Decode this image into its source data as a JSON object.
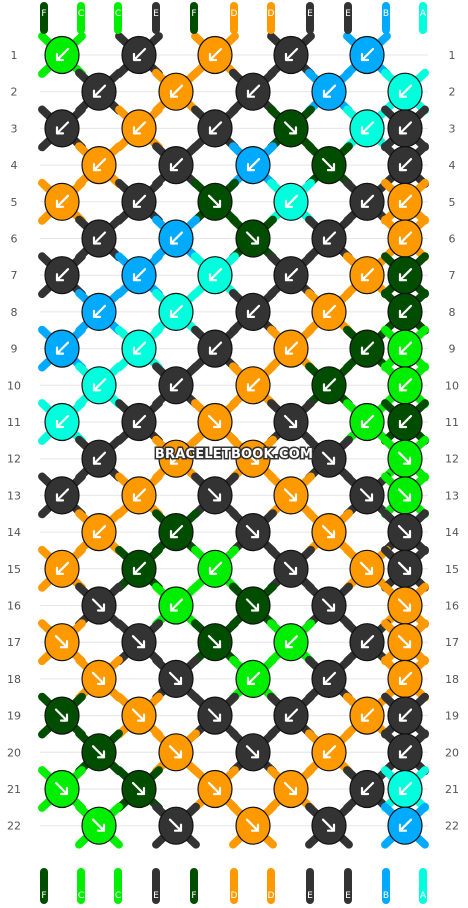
{
  "watermark": "BRACELETBOOK.COM",
  "colors": {
    "F": "#004d00",
    "C": "#00ee00",
    "E": "#333333",
    "D": "#ff9900",
    "B": "#00aaff",
    "A": "#00ffdd"
  },
  "strings_top": [
    "F",
    "C",
    "C",
    "E",
    "F",
    "D",
    "D",
    "E",
    "E",
    "B",
    "A"
  ],
  "strings_bottom": [
    "F",
    "C",
    "C",
    "E",
    "F",
    "D",
    "D",
    "E",
    "E",
    "B",
    "A"
  ],
  "rows": [
    {
      "num": "1",
      "knots": [
        [
          "C",
          "L"
        ],
        [
          "E",
          "L"
        ],
        [
          "D",
          "L"
        ],
        [
          "E",
          "L"
        ],
        [
          "B",
          "L"
        ]
      ]
    },
    {
      "num": "2",
      "knots": [
        [
          "E",
          "L"
        ],
        [
          "D",
          "L"
        ],
        [
          "E",
          "L"
        ],
        [
          "B",
          "L"
        ],
        [
          "A",
          "L"
        ]
      ]
    },
    {
      "num": "3",
      "knots": [
        [
          "E",
          "L"
        ],
        [
          "D",
          "L"
        ],
        [
          "E",
          "L"
        ],
        [
          "F",
          "R"
        ],
        [
          "A",
          "L"
        ],
        [
          "E",
          "L"
        ]
      ]
    },
    {
      "num": "4",
      "knots": [
        [
          "D",
          "L"
        ],
        [
          "E",
          "L"
        ],
        [
          "B",
          "L"
        ],
        [
          "F",
          "R"
        ],
        [
          "E",
          "L"
        ]
      ]
    },
    {
      "num": "5",
      "knots": [
        [
          "D",
          "L"
        ],
        [
          "E",
          "L"
        ],
        [
          "F",
          "R"
        ],
        [
          "A",
          "L"
        ],
        [
          "E",
          "L"
        ],
        [
          "D",
          "L"
        ]
      ]
    },
    {
      "num": "6",
      "knots": [
        [
          "E",
          "L"
        ],
        [
          "B",
          "L"
        ],
        [
          "F",
          "R"
        ],
        [
          "E",
          "L"
        ],
        [
          "D",
          "L"
        ]
      ]
    },
    {
      "num": "7",
      "knots": [
        [
          "E",
          "L"
        ],
        [
          "B",
          "L"
        ],
        [
          "A",
          "L"
        ],
        [
          "E",
          "L"
        ],
        [
          "D",
          "L"
        ],
        [
          "F",
          "L"
        ]
      ]
    },
    {
      "num": "8",
      "knots": [
        [
          "B",
          "L"
        ],
        [
          "A",
          "L"
        ],
        [
          "E",
          "L"
        ],
        [
          "D",
          "L"
        ],
        [
          "F",
          "L"
        ]
      ]
    },
    {
      "num": "9",
      "knots": [
        [
          "B",
          "L"
        ],
        [
          "A",
          "L"
        ],
        [
          "E",
          "L"
        ],
        [
          "D",
          "L"
        ],
        [
          "F",
          "L"
        ],
        [
          "C",
          "L"
        ]
      ]
    },
    {
      "num": "10",
      "knots": [
        [
          "A",
          "L"
        ],
        [
          "E",
          "L"
        ],
        [
          "D",
          "L"
        ],
        [
          "F",
          "L"
        ],
        [
          "C",
          "L"
        ]
      ]
    },
    {
      "num": "11",
      "knots": [
        [
          "A",
          "L"
        ],
        [
          "E",
          "L"
        ],
        [
          "D",
          "R"
        ],
        [
          "E",
          "R"
        ],
        [
          "C",
          "L"
        ],
        [
          "F",
          "L"
        ]
      ]
    },
    {
      "num": "12",
      "knots": [
        [
          "E",
          "L"
        ],
        [
          "D",
          "L"
        ],
        [
          "D",
          "R"
        ],
        [
          "E",
          "R"
        ],
        [
          "C",
          "R"
        ]
      ]
    },
    {
      "num": "13",
      "knots": [
        [
          "E",
          "L"
        ],
        [
          "D",
          "L"
        ],
        [
          "E",
          "R"
        ],
        [
          "D",
          "R"
        ],
        [
          "E",
          "R"
        ],
        [
          "C",
          "R"
        ]
      ]
    },
    {
      "num": "14",
      "knots": [
        [
          "D",
          "L"
        ],
        [
          "F",
          "L"
        ],
        [
          "E",
          "R"
        ],
        [
          "D",
          "R"
        ],
        [
          "E",
          "R"
        ]
      ]
    },
    {
      "num": "15",
      "knots": [
        [
          "D",
          "L"
        ],
        [
          "F",
          "L"
        ],
        [
          "C",
          "L"
        ],
        [
          "E",
          "R"
        ],
        [
          "D",
          "R"
        ],
        [
          "E",
          "R"
        ]
      ]
    },
    {
      "num": "16",
      "knots": [
        [
          "E",
          "R"
        ],
        [
          "C",
          "L"
        ],
        [
          "F",
          "R"
        ],
        [
          "E",
          "R"
        ],
        [
          "D",
          "R"
        ]
      ]
    },
    {
      "num": "17",
      "knots": [
        [
          "D",
          "R"
        ],
        [
          "E",
          "R"
        ],
        [
          "F",
          "R"
        ],
        [
          "C",
          "L"
        ],
        [
          "E",
          "L"
        ],
        [
          "D",
          "R"
        ]
      ]
    },
    {
      "num": "18",
      "knots": [
        [
          "D",
          "R"
        ],
        [
          "E",
          "R"
        ],
        [
          "C",
          "L"
        ],
        [
          "E",
          "L"
        ],
        [
          "D",
          "L"
        ]
      ]
    },
    {
      "num": "19",
      "knots": [
        [
          "F",
          "R"
        ],
        [
          "D",
          "R"
        ],
        [
          "E",
          "R"
        ],
        [
          "E",
          "L"
        ],
        [
          "D",
          "L"
        ],
        [
          "E",
          "L"
        ]
      ]
    },
    {
      "num": "20",
      "knots": [
        [
          "F",
          "R"
        ],
        [
          "D",
          "R"
        ],
        [
          "E",
          "R"
        ],
        [
          "D",
          "L"
        ],
        [
          "E",
          "L"
        ]
      ]
    },
    {
      "num": "21",
      "knots": [
        [
          "C",
          "R"
        ],
        [
          "F",
          "R"
        ],
        [
          "D",
          "R"
        ],
        [
          "D",
          "R"
        ],
        [
          "E",
          "L"
        ],
        [
          "A",
          "L"
        ]
      ]
    },
    {
      "num": "22",
      "knots": [
        [
          "C",
          "R"
        ],
        [
          "E",
          "R"
        ],
        [
          "D",
          "R"
        ],
        [
          "E",
          "R"
        ],
        [
          "B",
          "L"
        ]
      ]
    }
  ]
}
